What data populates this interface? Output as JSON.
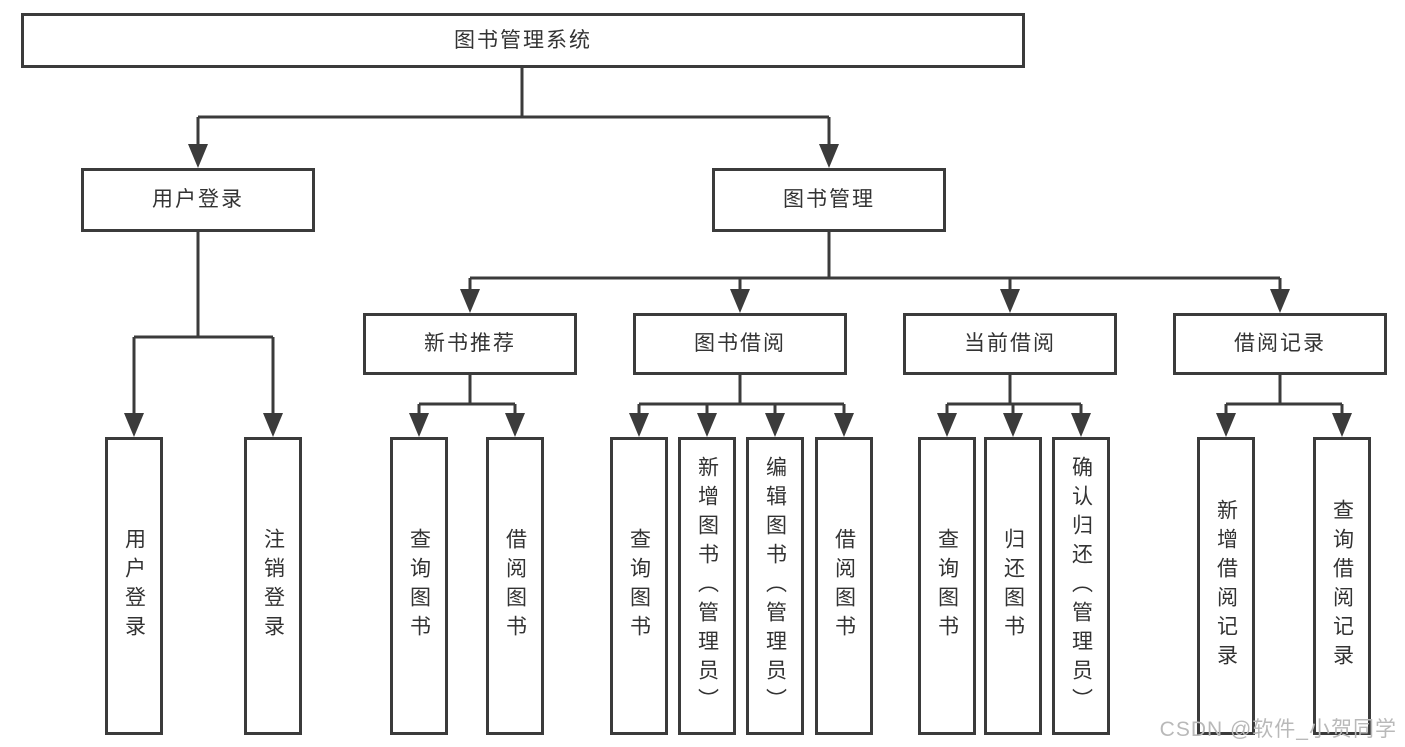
{
  "colors": {
    "line": "#3b3b3b",
    "text": "#333333",
    "background": "#ffffff",
    "watermark": "#b9b9b9"
  },
  "watermark": "CSDN @软件_小贺同学",
  "tree": {
    "root": {
      "label": "图书管理系统"
    },
    "branches": [
      {
        "label": "用户登录",
        "children": [
          {
            "label": "用户登录"
          },
          {
            "label": "注销登录"
          }
        ]
      },
      {
        "label": "图书管理",
        "children": [
          {
            "label": "新书推荐",
            "children": [
              {
                "label": "查询图书"
              },
              {
                "label": "借阅图书"
              }
            ]
          },
          {
            "label": "图书借阅",
            "children": [
              {
                "label": "查询图书"
              },
              {
                "label": "新增图书（管理员）"
              },
              {
                "label": "编辑图书（管理员）"
              },
              {
                "label": "借阅图书"
              }
            ]
          },
          {
            "label": "当前借阅",
            "children": [
              {
                "label": "查询图书"
              },
              {
                "label": "归还图书"
              },
              {
                "label": "确认归还（管理员）"
              }
            ]
          },
          {
            "label": "借阅记录",
            "children": [
              {
                "label": "新增借阅记录"
              },
              {
                "label": "查询借阅记录"
              }
            ]
          }
        ]
      }
    ]
  }
}
